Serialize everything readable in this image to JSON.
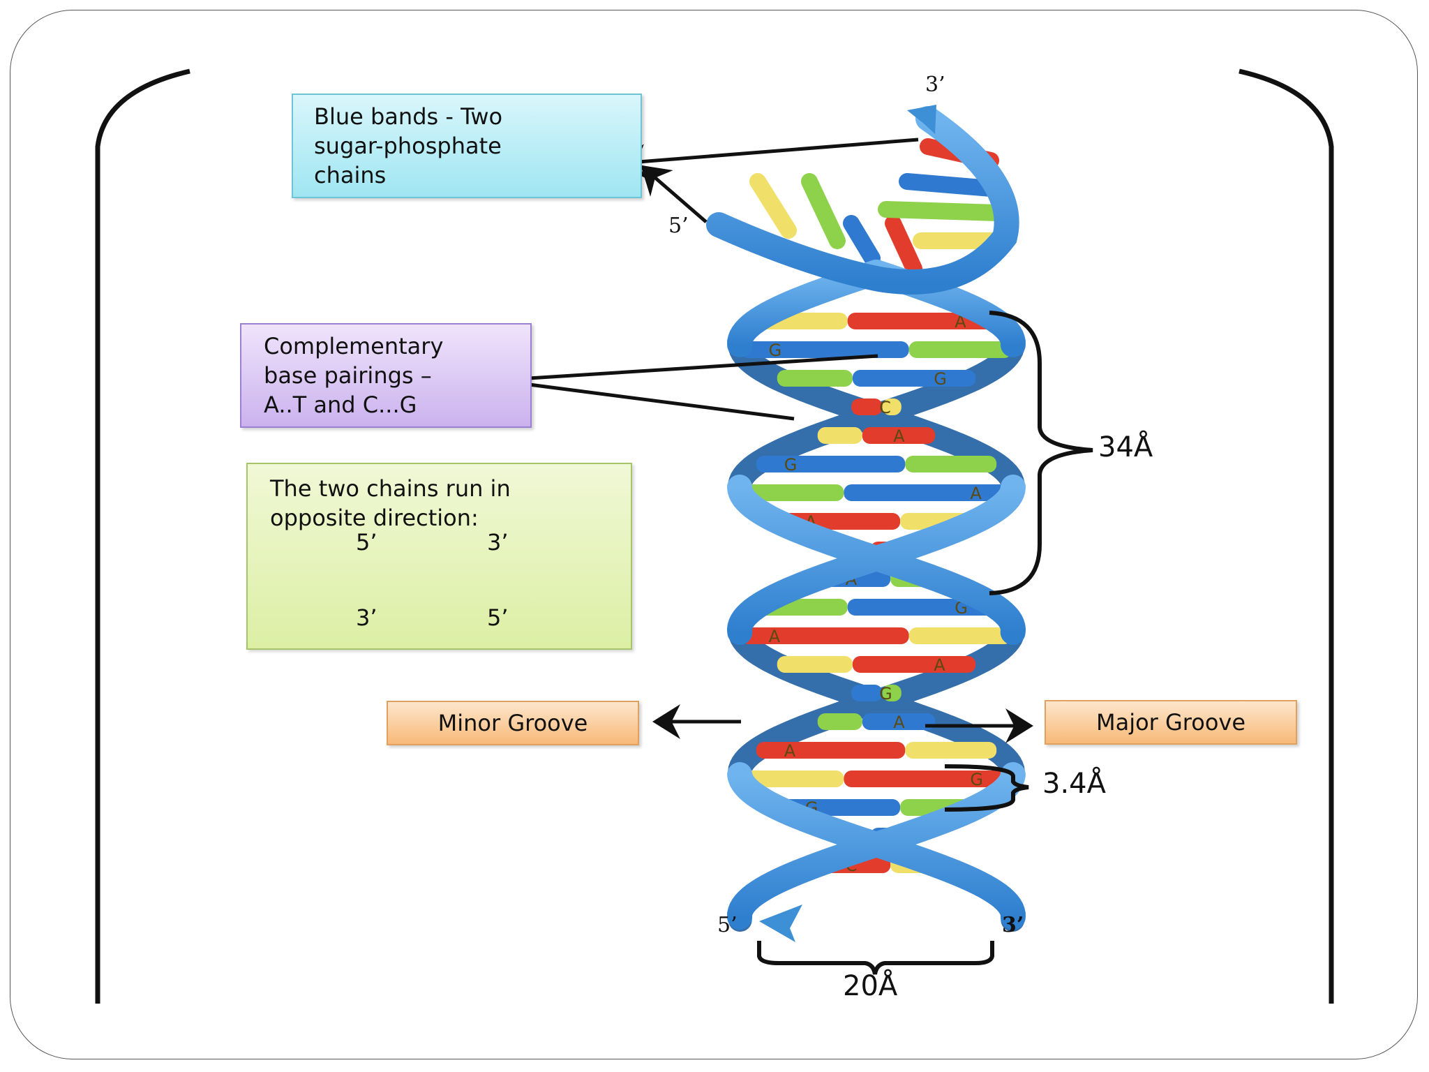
{
  "labels": {
    "blue_box": [
      "Blue bands - Two",
      "sugar-phosphate",
      "chains"
    ],
    "purple_box": [
      "Complementary",
      "base pairings –",
      "A..T and C...G"
    ],
    "green_box": [
      "The two chains run in",
      "opposite direction:"
    ],
    "green_arrows": {
      "down_top": "5’",
      "down_bottom": "3’",
      "up_top": "3’",
      "up_bottom": "5’"
    },
    "minor_groove": "Minor Groove",
    "major_groove": "Major Groove",
    "pitch": "34Å",
    "rise": "3.4Å",
    "diameter": "20Å",
    "strand_ends": {
      "top_right": "3’",
      "top_left": "5’",
      "bottom_left": "5’",
      "bottom_right": "3’"
    }
  },
  "base_letters": [
    "A",
    "G",
    "G",
    "C",
    "A",
    "G",
    "A",
    "A",
    "A",
    "A",
    "G",
    "A",
    "A",
    "G",
    "A",
    "A",
    "G",
    "G",
    "A",
    "C"
  ],
  "colors": {
    "backbone": "#3d8fd6",
    "backbone_dark": "#1d63a8",
    "adenine": "#f0e06a",
    "thymine": "#e23c2c",
    "guanine": "#8dd24a",
    "cytosine": "#2f7ad0",
    "arrow_blue": "#1b5f9c"
  }
}
